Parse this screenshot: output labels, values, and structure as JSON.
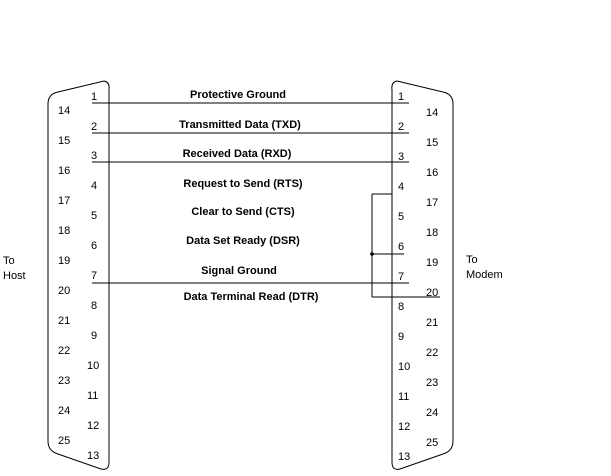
{
  "left_label": [
    "To",
    "Host"
  ],
  "right_label": [
    "To",
    "Modem"
  ],
  "pins_top": [
    "1",
    "2",
    "3",
    "4",
    "5",
    "6",
    "7",
    "8",
    "9",
    "10",
    "11",
    "12",
    "13"
  ],
  "pins_bottom": [
    "14",
    "15",
    "16",
    "17",
    "18",
    "19",
    "20",
    "21",
    "22",
    "23",
    "24",
    "25"
  ],
  "signals": [
    "Protective Ground",
    "Transmitted Data (TXD)",
    "Received Data (RXD)",
    "Request to Send (RTS)",
    "Clear to Send (CTS)",
    "Data Set Ready (DSR)",
    "Signal Ground",
    "Data Terminal Read (DTR)"
  ],
  "colors": {
    "line": "#000000",
    "background": "#ffffff"
  }
}
